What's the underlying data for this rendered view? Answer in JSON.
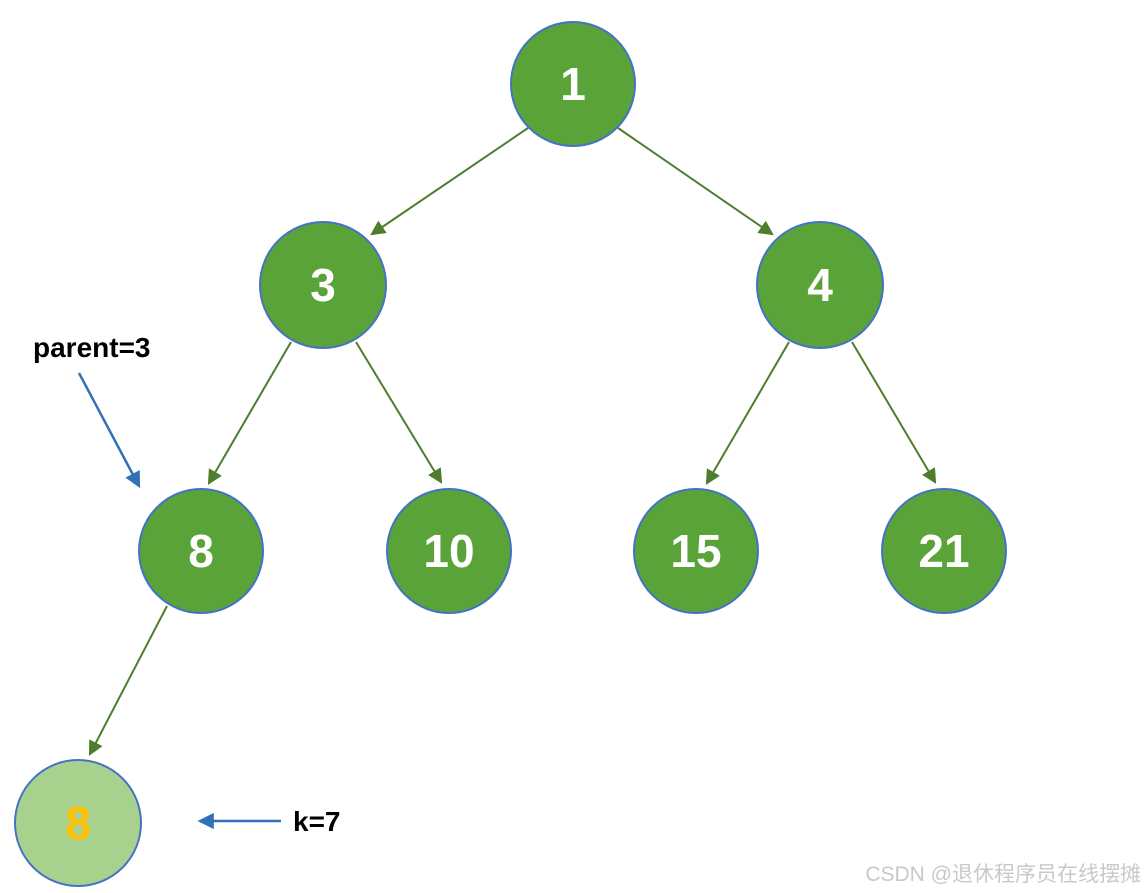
{
  "diagram": {
    "type": "binary-tree",
    "title_hint": "binary tree insert/search illustration",
    "nodes": [
      {
        "value": "1",
        "level": 0,
        "style": "normal"
      },
      {
        "value": "3",
        "level": 1,
        "style": "normal"
      },
      {
        "value": "4",
        "level": 1,
        "style": "normal"
      },
      {
        "value": "8",
        "level": 2,
        "style": "normal"
      },
      {
        "value": "10",
        "level": 2,
        "style": "normal"
      },
      {
        "value": "15",
        "level": 2,
        "style": "normal"
      },
      {
        "value": "21",
        "level": 2,
        "style": "normal"
      },
      {
        "value": "8",
        "level": 3,
        "style": "highlight"
      }
    ],
    "edges": [
      "1->3",
      "1->4",
      "3->8",
      "3->10",
      "4->15",
      "4->21",
      "8->8(new)"
    ]
  },
  "annotations": {
    "parent_label": "parent=3",
    "k_label": "k=7"
  },
  "watermark": "CSDN @退休程序员在线摆摊",
  "colors": {
    "node_fill": "#5aa339",
    "node_fill_highlight": "#a9d18e",
    "node_border": "#4472c4",
    "node_text": "#ffffff",
    "node_text_highlight": "#ffc000",
    "edge": "#4e7d2b",
    "annotation_arrow": "#3270b8",
    "annotation_text": "#000000",
    "watermark_text": "#c9c9c9"
  }
}
